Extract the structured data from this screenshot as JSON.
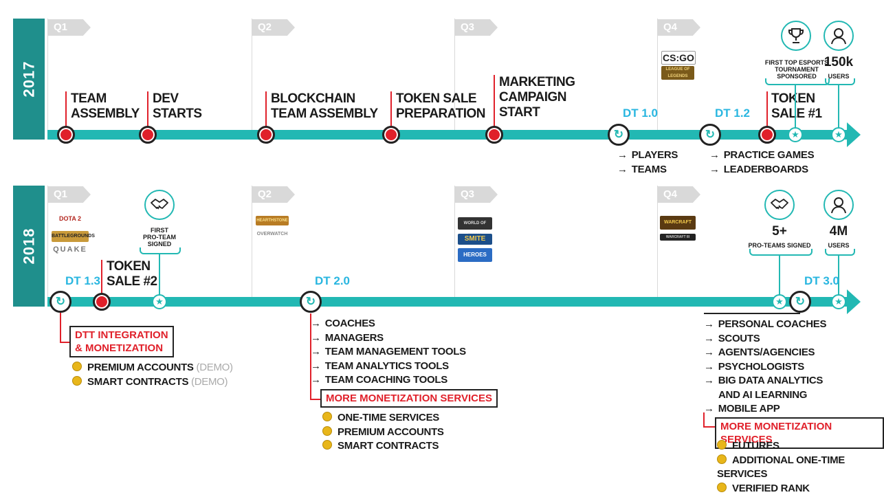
{
  "rows": [
    {
      "year": "2017",
      "quarters": [
        "Q1",
        "Q2",
        "Q3",
        "Q4"
      ],
      "milestones": [
        {
          "text": [
            "TEAM",
            "ASSEMBLY"
          ]
        },
        {
          "text": [
            "DEV",
            "STARTS"
          ]
        },
        {
          "text": [
            "BLOCKCHAIN",
            "TEAM ASSEMBLY"
          ]
        },
        {
          "text": [
            "TOKEN SALE",
            "PREPARATION"
          ]
        },
        {
          "text": [
            "MARKETING",
            "CAMPAIGN",
            "START"
          ]
        },
        {
          "text": [
            "TOKEN",
            "SALE #1"
          ]
        }
      ],
      "releases": [
        {
          "label": "DT 1.0",
          "features": [
            "PLAYERS",
            "TEAMS"
          ]
        },
        {
          "label": "DT 1.2",
          "features": [
            "PRACTICE GAMES",
            "LEADERBOARDS"
          ]
        }
      ],
      "achievements": [
        {
          "icon": "trophy-icon",
          "caption": [
            "FIRST TOP ESPORTS",
            "TOURNAMENT",
            "SPONSORED"
          ]
        },
        {
          "icon": "user-icon",
          "value": "150k",
          "caption": [
            "USERS"
          ]
        }
      ],
      "games": {
        "q4": [
          "CS:GO",
          "LEAGUE OF LEGENDS"
        ]
      }
    },
    {
      "year": "2018",
      "quarters": [
        "Q1",
        "Q2",
        "Q3",
        "Q4"
      ],
      "milestones": [
        {
          "text": [
            "TOKEN",
            "SALE #2"
          ]
        }
      ],
      "releases": [
        {
          "label": "DT 1.3",
          "highlight": [
            "DTT INTEGRATION",
            "& MONETIZATION"
          ],
          "coins": [
            {
              "text": "PREMIUM ACCOUNTS",
              "note": "(DEMO)"
            },
            {
              "text": "SMART CONTRACTS",
              "note": "(DEMO)"
            }
          ]
        },
        {
          "label": "DT 2.0",
          "features": [
            "COACHES",
            "MANAGERS",
            "TEAM MANAGEMENT TOOLS",
            "TEAM ANALYTICS TOOLS",
            "TEAM COACHING TOOLS"
          ],
          "highlight": "MORE MONETIZATION SERVICES",
          "coins": [
            "ONE-TIME SERVICES",
            "PREMIUM ACCOUNTS",
            "SMART CONTRACTS"
          ]
        },
        {
          "label": "DT 3.0",
          "features": [
            "PERSONAL COACHES",
            "SCOUTS",
            "AGENTS/AGENCIES",
            "PSYCHOLOGISTS",
            "BIG DATA ANALYTICS",
            "AND AI LEARNING",
            "MOBILE APP"
          ],
          "highlight": "MORE MONETIZATION SERVICES",
          "coins": [
            "FUTURES",
            "ADDITIONAL ONE-TIME SERVICES",
            "VERIFIED RANK"
          ]
        }
      ],
      "achievements": [
        {
          "icon": "handshake-icon",
          "caption": [
            "FIRST",
            "PRO-TEAM",
            "SIGNED"
          ]
        },
        {
          "icon": "handshake-icon",
          "value": "5+",
          "caption": [
            "PRO-TEAMS SIGNED"
          ]
        },
        {
          "icon": "user-icon",
          "value": "4M",
          "caption": [
            "USERS"
          ]
        }
      ],
      "games": {
        "q1": [
          "DOTA 2",
          "BATTLEGROUNDS",
          "QUAKE"
        ],
        "q2": [
          "HEARTHSTONE",
          "OVERWATCH"
        ],
        "q3": [
          "WORLD OF TANKS",
          "SMITE",
          "HEROES"
        ],
        "q4": [
          "WARCRAFT",
          "WARCRAFT III"
        ]
      }
    }
  ],
  "colors": {
    "teal": "#22b8b3",
    "band": "#1f8f8c",
    "red": "#e0202a",
    "blue": "#29b6e0",
    "gold": "#e8b61a"
  }
}
